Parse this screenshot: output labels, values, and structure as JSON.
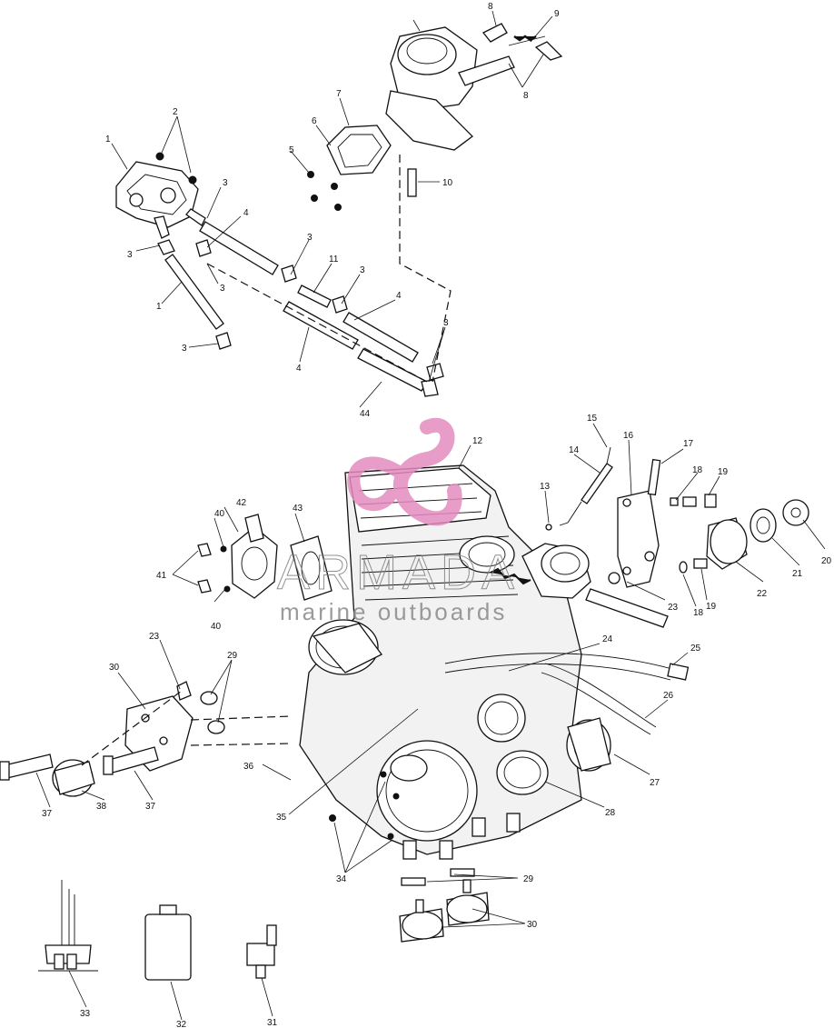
{
  "watermark": {
    "brand": "ARMADA",
    "tagline": "marine outboards",
    "brand_color": "#e48bbf"
  },
  "callouts": {
    "c1": "1",
    "c2": "2",
    "c3": "3",
    "c4": "4",
    "c5": "5",
    "c6": "6",
    "c7": "7",
    "c8": "8",
    "c9": "9",
    "c10": "10",
    "c11": "11",
    "c12": "12",
    "c13": "13",
    "c14": "14",
    "c15": "15",
    "c16": "16",
    "c17": "17",
    "c18": "18",
    "c19": "19",
    "c20": "20",
    "c21": "21",
    "c22": "22",
    "c23": "23",
    "c24": "24",
    "c25": "25",
    "c26": "26",
    "c27": "27",
    "c28": "28",
    "c29": "29",
    "c30": "30",
    "c31": "31",
    "c32": "32",
    "c33": "33",
    "c34": "34",
    "c35": "35",
    "c36": "36",
    "c37": "37",
    "c38": "38",
    "c40": "40",
    "c41": "41",
    "c42": "42",
    "c43": "43",
    "c44": "44"
  }
}
